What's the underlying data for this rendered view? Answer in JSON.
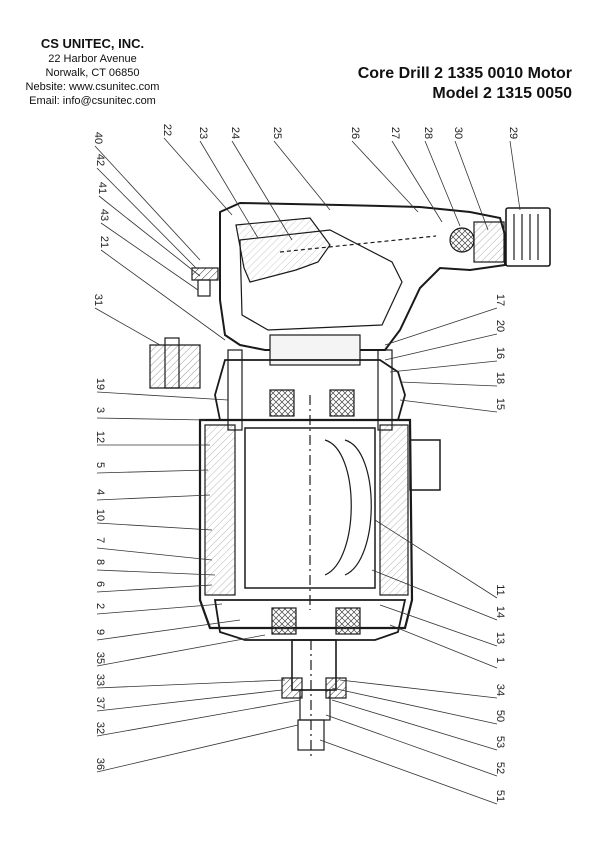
{
  "company": {
    "name": "CS UNITEC, INC.",
    "address1": "22 Harbor Avenue",
    "address2": "Norwalk, CT 06850",
    "website": "Nebsite: www.csunitec.com",
    "email": "Email: info@csunitec.com"
  },
  "title": {
    "line1": "Core Drill 2 1335 0010 Motor",
    "line2": "Model 2 1315 0050"
  },
  "callouts_top": [
    "40",
    "42",
    "41",
    "43",
    "21",
    "22",
    "23",
    "24",
    "25",
    "26",
    "27",
    "28",
    "30",
    "29"
  ],
  "callouts_left": [
    "31",
    "19",
    "3",
    "12",
    "5",
    "4",
    "10",
    "7",
    "8",
    "6",
    "2",
    "9",
    "35",
    "33",
    "37",
    "32",
    "36"
  ],
  "callouts_right": [
    "17",
    "20",
    "16",
    "18",
    "15",
    "11",
    "14",
    "13",
    "1",
    "34",
    "50",
    "53",
    "52",
    "51"
  ]
}
